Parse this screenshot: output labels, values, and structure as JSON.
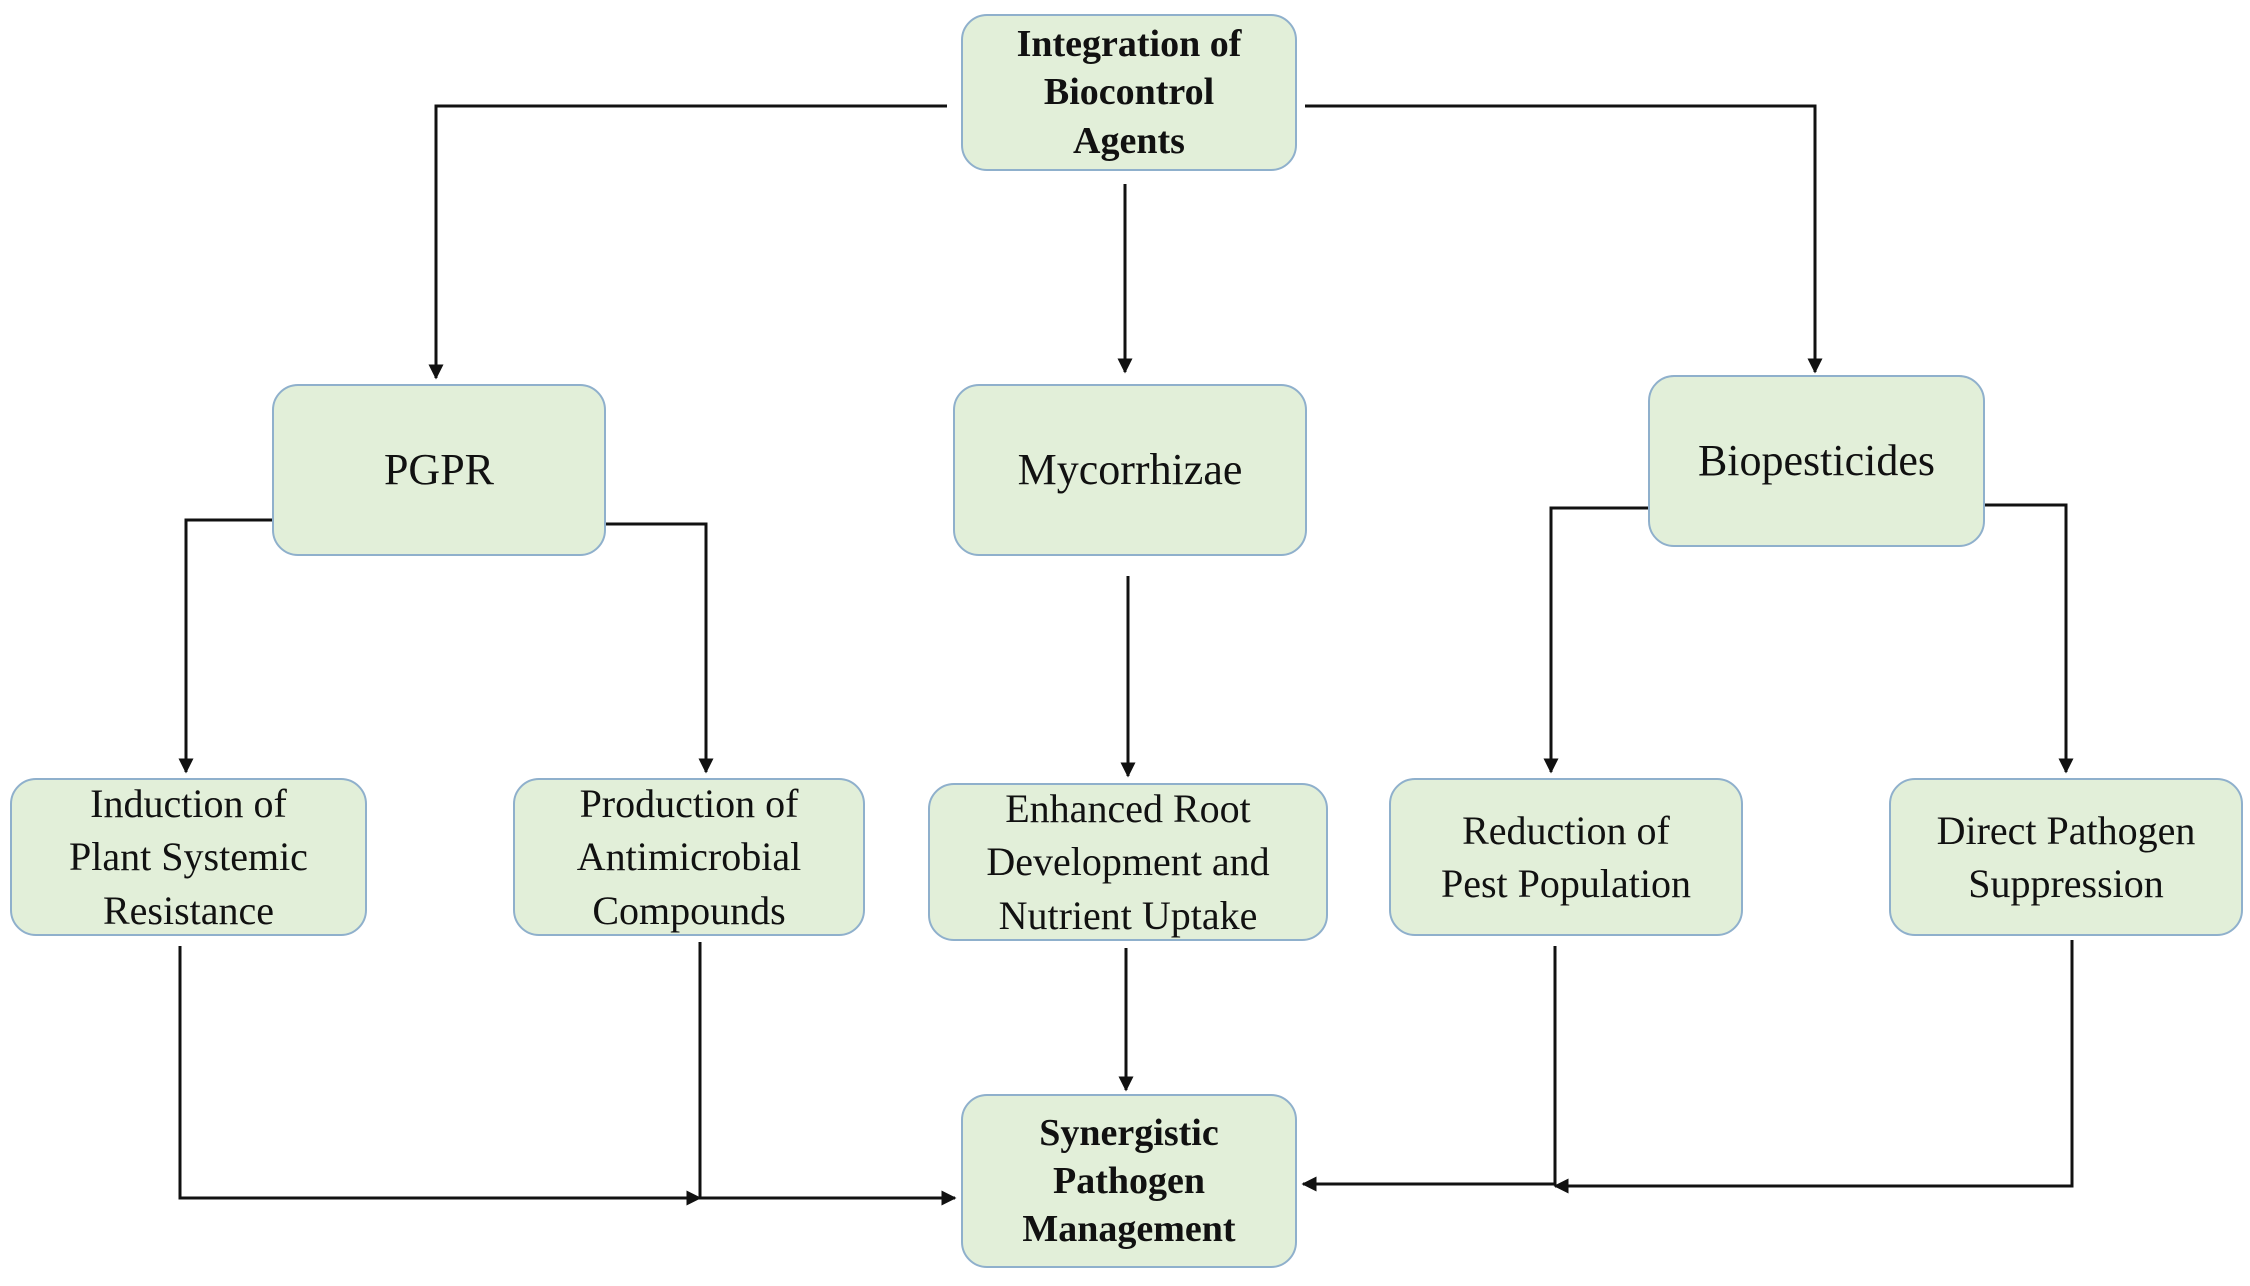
{
  "nodes": {
    "root": "Integration  of\nBiocontrol\nAgents",
    "pgpr": "PGPR",
    "mycorrhizae": "Mycorrhizae",
    "biopesticides": "Biopesticides",
    "induction": "Induction of\nPlant Systemic\nResistance",
    "production": "Production of\nAntimicrobial\nCompounds",
    "root_development": "Enhanced Root\nDevelopment and\nNutrient Uptake",
    "pest_reduction": "Reduction of\nPest Population",
    "pathogen_suppression": "Direct Pathogen\nSuppression",
    "outcome": "Synergistic\nPathogen\nManagement"
  },
  "colors": {
    "box_fill": "#e2efd9",
    "box_border": "#8fb0cc",
    "arrow": "#111111"
  },
  "edges": [
    {
      "from": "root",
      "to": "pgpr"
    },
    {
      "from": "root",
      "to": "mycorrhizae"
    },
    {
      "from": "root",
      "to": "biopesticides"
    },
    {
      "from": "pgpr",
      "to": "induction"
    },
    {
      "from": "pgpr",
      "to": "production"
    },
    {
      "from": "mycorrhizae",
      "to": "root_development"
    },
    {
      "from": "biopesticides",
      "to": "pest_reduction"
    },
    {
      "from": "biopesticides",
      "to": "pathogen_suppression"
    },
    {
      "from": "induction",
      "to": "outcome"
    },
    {
      "from": "production",
      "to": "outcome"
    },
    {
      "from": "root_development",
      "to": "outcome"
    },
    {
      "from": "pest_reduction",
      "to": "outcome"
    },
    {
      "from": "pathogen_suppression",
      "to": "outcome"
    }
  ]
}
